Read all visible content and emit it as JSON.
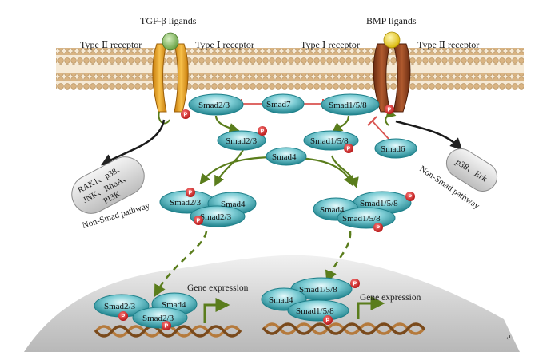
{
  "ligands": {
    "tgf": "TGF-β ligands",
    "bmp": "BMP ligands"
  },
  "receptors": {
    "type2_left": "Type Ⅱ receptor",
    "type1_left": "Type Ⅰ receptor",
    "type1_right": "Type Ⅰ receptor",
    "type2_right": "Type Ⅱ receptor"
  },
  "smads": {
    "smad23": "Smad2/3",
    "smad7": "Smad7",
    "smad158": "Smad1/5/8",
    "smad6": "Smad6",
    "smad4": "Smad4"
  },
  "phospho": "P",
  "left_pathway": {
    "line1": "RAK1、p38、",
    "line2": "JNK、RhoA、",
    "line3": "PI3K",
    "label": "Non-Smad pathway"
  },
  "right_pathway": {
    "line1": "p38、Erk",
    "label": "Non-Smad pathway"
  },
  "gene_expression": "Gene expression",
  "corner_mark": "↵",
  "colors": {
    "membrane_head": "#d8b583",
    "membrane_band": "#f5e9d4",
    "smad_fill": "#4fb3bd",
    "smad_stroke": "#1d7f89",
    "phospho": "#d62222",
    "arrow_green": "#5a7d1c",
    "inhibit_red": "#d9534f",
    "tgf_receptor": "#e8a020",
    "bmp_receptor": "#8a3d1e",
    "nucleus": "#c9c9c9"
  }
}
